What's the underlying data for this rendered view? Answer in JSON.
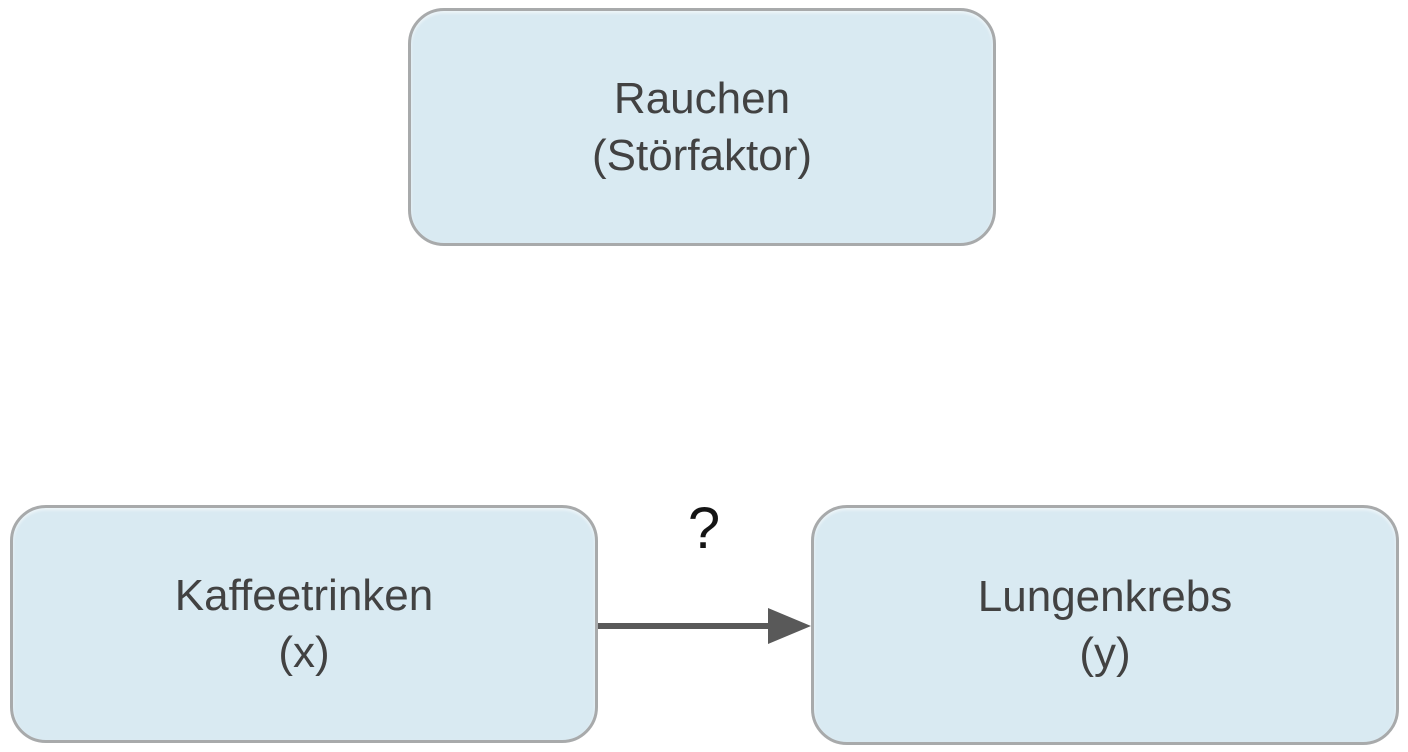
{
  "diagram": {
    "type": "causal-dag",
    "background_color": "#ffffff",
    "node_fill_color": "#d9eaf2",
    "node_border_color": "#a8aaab",
    "node_text_color": "#424242",
    "arrow_color": "#595959",
    "edge_label_color": "#141414",
    "nodes": {
      "confounder": {
        "line1": "Rauchen",
        "line2": "(Störfaktor)",
        "role": "confounder",
        "position": "top-center"
      },
      "exposure": {
        "line1": "Kaffeetrinken",
        "line2": "(x)",
        "role": "exposure",
        "position": "bottom-left"
      },
      "outcome": {
        "line1": "Lungenkrebs",
        "line2": "(y)",
        "role": "outcome",
        "position": "bottom-right"
      }
    },
    "edges": [
      {
        "from": "exposure",
        "to": "outcome",
        "label": "?",
        "style": "solid-arrow"
      }
    ]
  }
}
